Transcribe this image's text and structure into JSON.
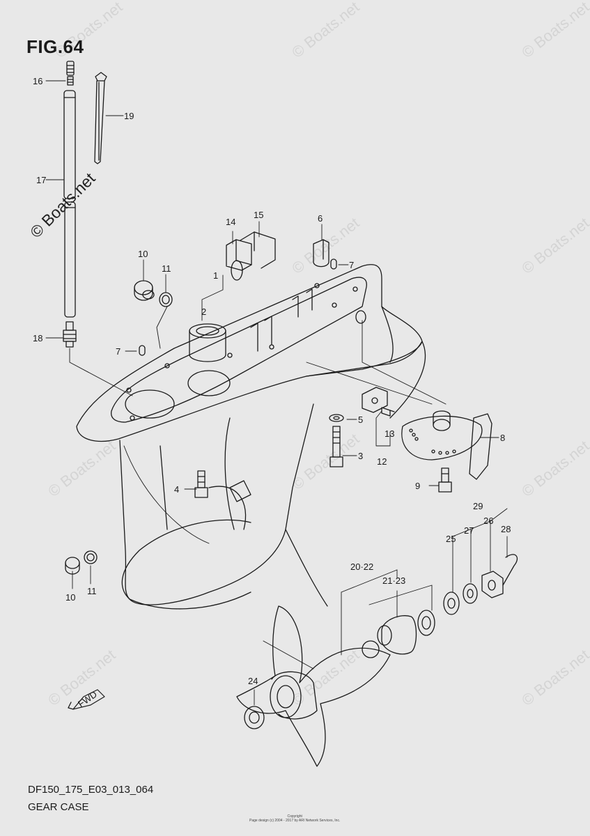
{
  "figure": {
    "title": "FIG.64",
    "model_code": "DF150_175_E03_013_064",
    "caption": "GEAR CASE"
  },
  "watermark": {
    "text": "© Boats.net"
  },
  "copyright": {
    "line1": "Copyright",
    "line2": "Page design (c) 2004 - 2017 by ARI Network Services, Inc."
  },
  "direction_badge": "FWD",
  "part_labels": [
    "1",
    "2",
    "3",
    "4",
    "5",
    "6",
    "7",
    "7",
    "8",
    "9",
    "10",
    "10",
    "11",
    "11",
    "12",
    "13",
    "14",
    "15",
    "16",
    "17",
    "18",
    "19",
    "20·22",
    "21·23",
    "24",
    "25",
    "26",
    "27",
    "28",
    "29"
  ],
  "colors": {
    "background": "#e8e8e8",
    "line": "#1a1a1a",
    "watermark": "#9a9a9a"
  }
}
